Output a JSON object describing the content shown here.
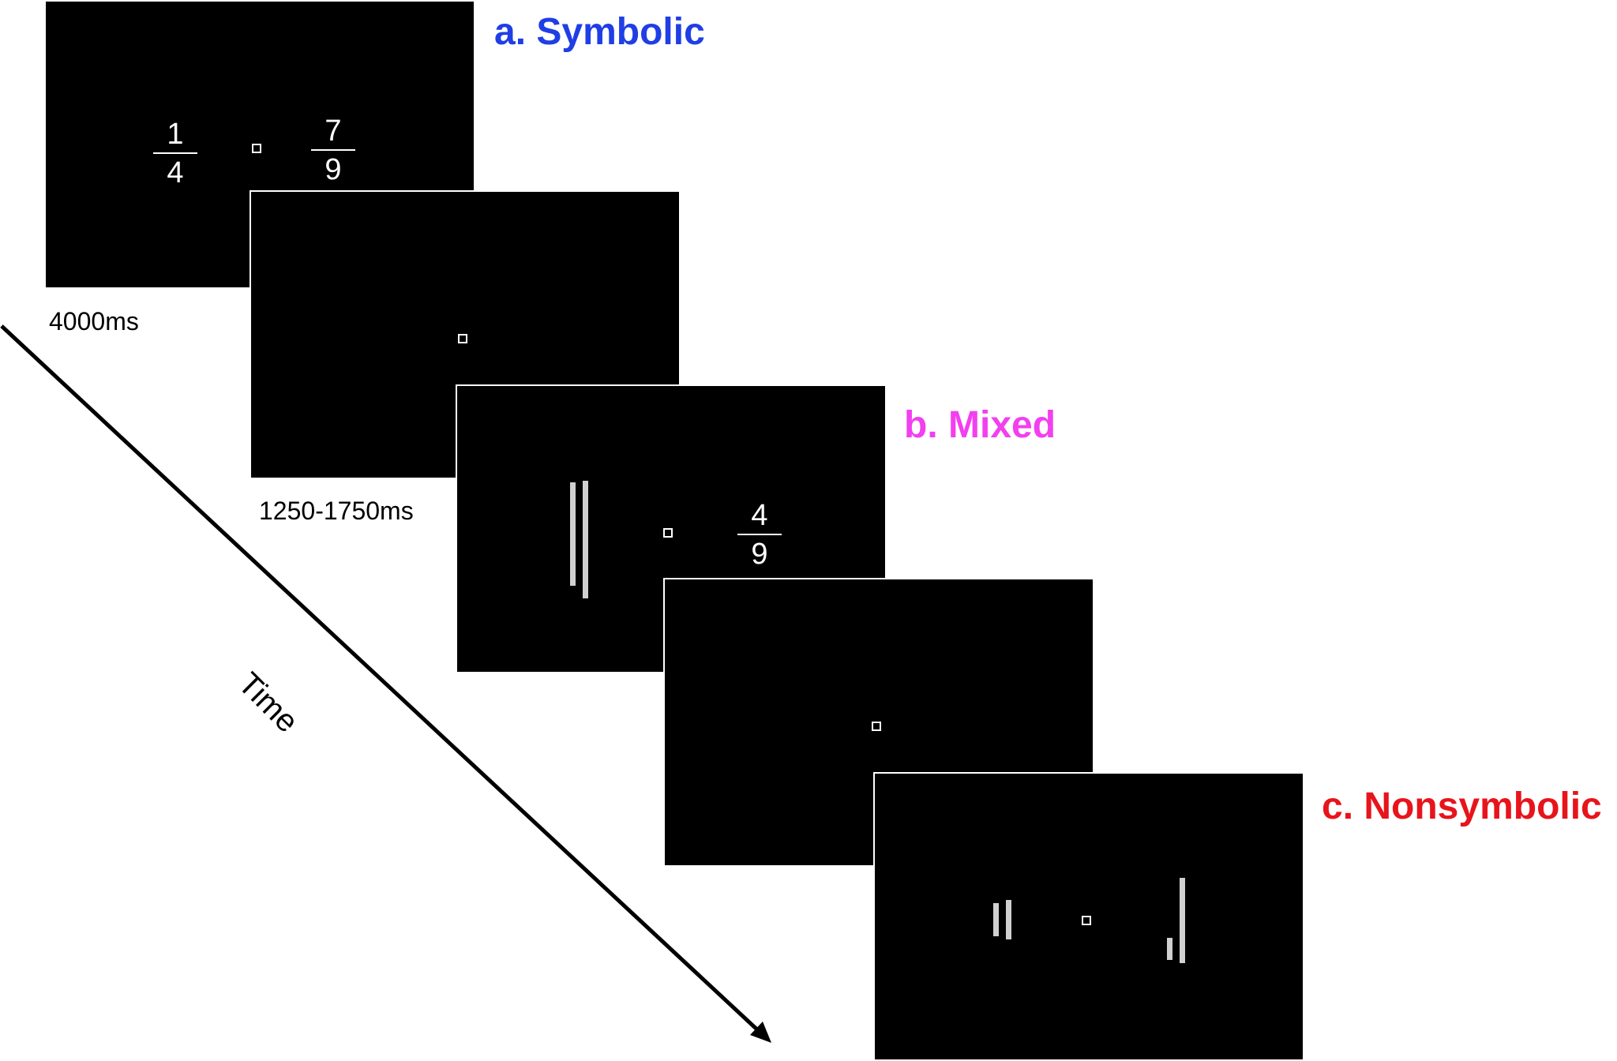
{
  "conditions": {
    "symbolic": {
      "label": "a. Symbolic",
      "color": "#1f3ee6"
    },
    "mixed": {
      "label": "b. Mixed",
      "color": "#f23ff0"
    },
    "nonsymbolic": {
      "label": "c. Nonsymbolic",
      "color": "#e8141b"
    }
  },
  "durations": {
    "stimulus": "4000ms",
    "fixation": "1250-1750ms"
  },
  "time_label": "Time",
  "screens": {
    "symbolic": {
      "left_fraction": {
        "numerator": "1",
        "denominator": "4"
      },
      "right_fraction": {
        "numerator": "7",
        "denominator": "9"
      }
    },
    "mixed": {
      "left_bars": {
        "short_relative": 0.88,
        "long_relative": 1.0
      },
      "right_fraction": {
        "numerator": "4",
        "denominator": "9"
      }
    },
    "nonsymbolic": {
      "left_bars": {
        "short_relative": 0.39,
        "long_relative": 0.46
      },
      "right_bars": {
        "short_relative": 0.26,
        "long_relative": 1.0
      }
    }
  }
}
